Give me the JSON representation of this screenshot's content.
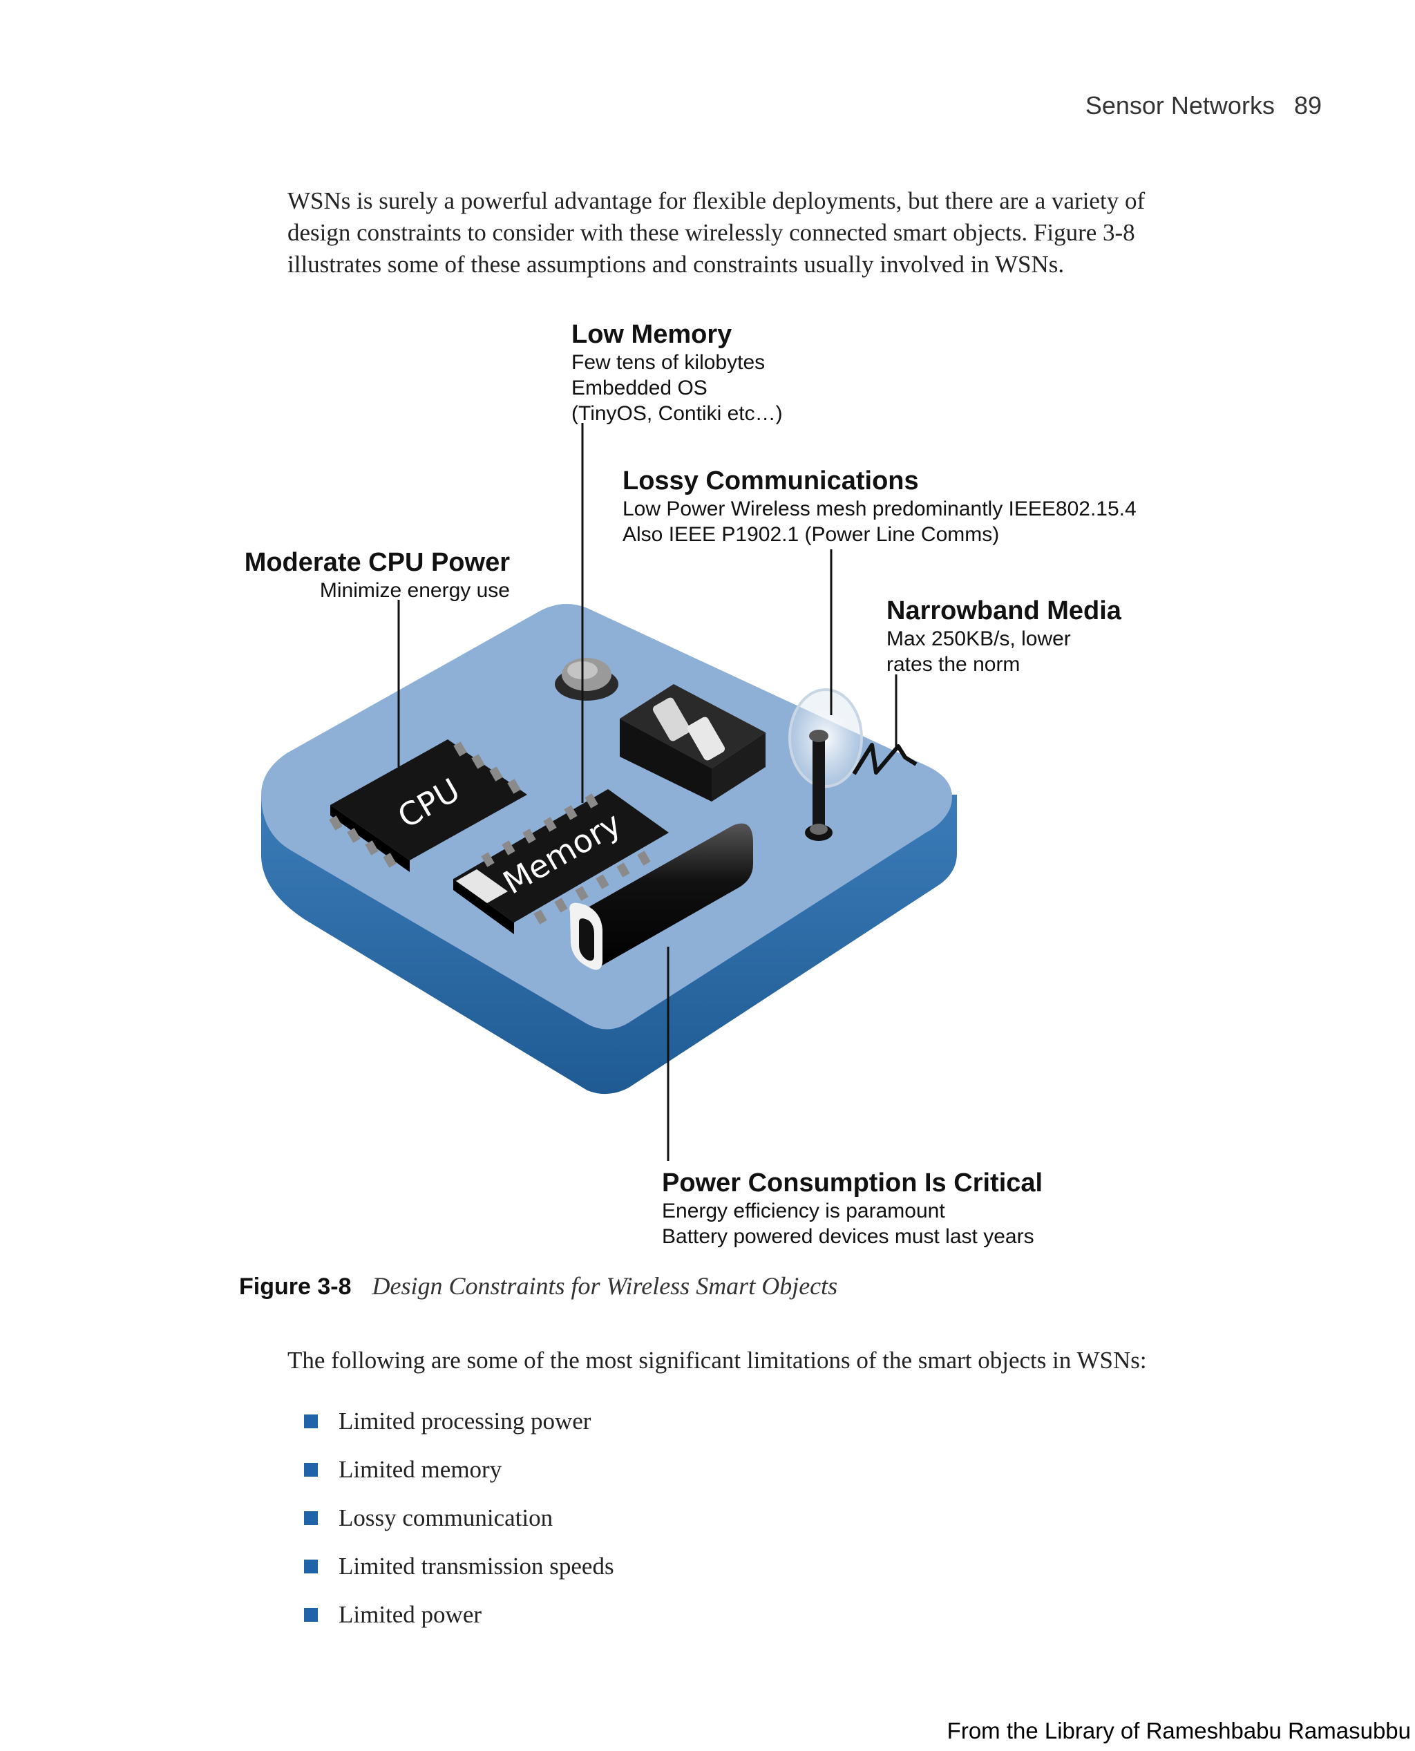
{
  "header": {
    "section": "Sensor Networks",
    "page_number": "89"
  },
  "intro_paragraph": "WSNs is surely a powerful advantage for flexible deployments, but there are a variety of design constraints to consider with these wirelessly connected smart objects. Figure 3-8 illustrates some of these assumptions and constraints usually involved in WSNs.",
  "figure": {
    "board_labels": {
      "cpu": "CPU",
      "memory": "Memory"
    },
    "callouts": {
      "low_memory": {
        "title": "Low Memory",
        "lines": [
          "Few tens of kilobytes",
          "Embedded OS",
          "(TinyOS, Contiki etc…)"
        ]
      },
      "lossy": {
        "title": "Lossy Communications",
        "lines": [
          "Low Power Wireless mesh predominantly IEEE802.15.4",
          "Also IEEE P1902.1 (Power Line Comms)"
        ]
      },
      "cpu": {
        "title": "Moderate CPU Power",
        "lines": [
          "Minimize energy use"
        ]
      },
      "narrowband": {
        "title": "Narrowband Media",
        "lines": [
          "Max 250KB/s, lower",
          "rates the norm"
        ]
      },
      "power": {
        "title": "Power Consumption Is Critical",
        "lines": [
          "Energy efficiency is paramount",
          "Battery powered devices must last years"
        ]
      }
    },
    "colors": {
      "board_top": "#8fb0d6",
      "board_side": "#2e6da8",
      "bullet": "#1f63a8"
    }
  },
  "caption": {
    "number": "Figure 3-8",
    "title": "Design Constraints for Wireless Smart Objects"
  },
  "lead_paragraph": "The following are some of the most significant limitations of the smart objects in WSNs:",
  "bullets": [
    "Limited processing power",
    "Limited memory",
    "Lossy communication",
    "Limited transmission speeds",
    "Limited power"
  ],
  "footer": "From the Library of Rameshbabu Ramasubbu"
}
